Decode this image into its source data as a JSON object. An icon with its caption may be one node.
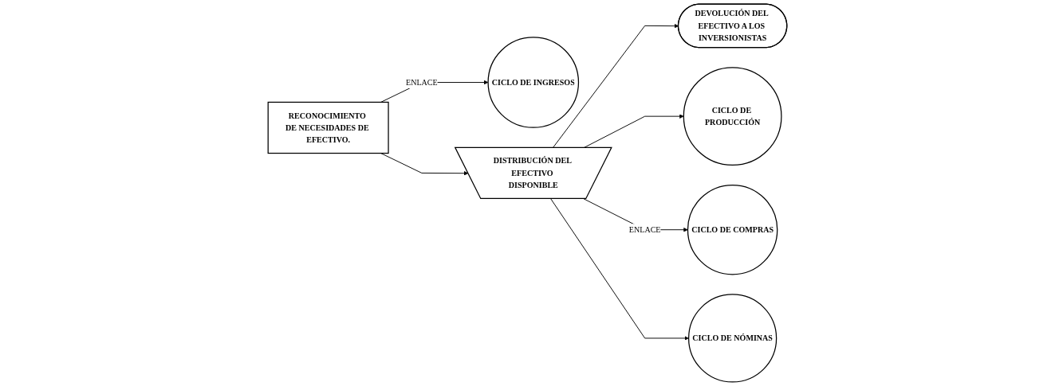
{
  "diagram": {
    "nodes": [
      {
        "text": [
          "CICLO DE INGRESOS"
        ]
      },
      {
        "text": [
          "RECONOCIMIENTO DE NECESIDADES DE EFECTIVO."
        ]
      },
      {
        "text": [
          "DISTRIBUCIÓN DEL EFECTIVO DISPONIBLE"
        ]
      },
      {
        "text": [
          "DEVOLUCIÓN DEL EFECTIVO A LOS INVERSIONISTAS"
        ]
      },
      {
        "text": [
          "CICLO DE PRODUCCIÓN"
        ]
      },
      {
        "text": [
          "CICLO DE COMPRAS"
        ]
      },
      {
        "text": [
          "CICLO DE NÓMINAS"
        ]
      }
    ],
    "edges": [
      {
        "from": 1,
        "to": 0,
        "arrow": "to",
        "label": "ENLACE"
      },
      {
        "from": 1,
        "to": 2,
        "arrow": "to"
      },
      {
        "from": 2,
        "to": 3,
        "arrow": "to"
      },
      {
        "from": 2,
        "to": 4,
        "arrow": "to"
      },
      {
        "from": 2,
        "to": 5,
        "arrow": "to",
        "label": "ENLACE"
      },
      {
        "from": 2,
        "to": 6,
        "arrow": "to"
      }
    ]
  }
}
